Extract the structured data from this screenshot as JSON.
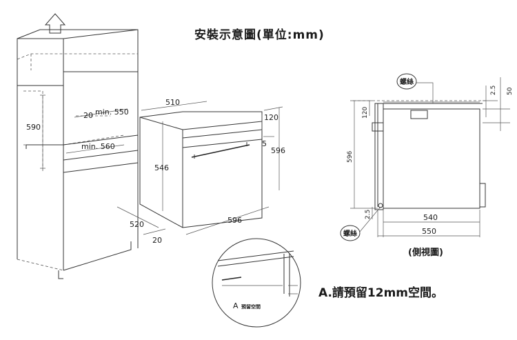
{
  "title": "安裝示意圖(單位:mm)",
  "side_view_caption": "(側視圖)",
  "note": "A.請預留12mm空間。",
  "cabinet": {
    "dim_590": "590",
    "dim_min550": "min. 550",
    "dim_20_top": "20",
    "dim_min560": "min. 560",
    "dim_520": "520",
    "dim_20_bottom": "20"
  },
  "oven": {
    "dim_510": "510",
    "dim_546": "546",
    "dim_120": "120",
    "dim_5": "5",
    "dim_596_height": "596",
    "dim_596_width": "596"
  },
  "detail": {
    "label": "A",
    "text": "預留空間"
  },
  "side_view": {
    "screw_label_top": "螺絲",
    "screw_label_bottom": "螺絲",
    "dim_25_top": "2.5",
    "dim_50": "50",
    "dim_120": "120",
    "dim_596": "596",
    "dim_25_bottom": "2.5",
    "dim_540": "540",
    "dim_550": "550"
  }
}
